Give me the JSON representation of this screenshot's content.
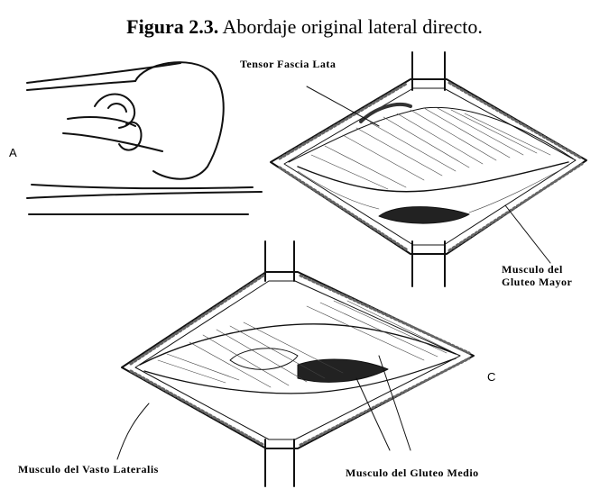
{
  "caption": {
    "number": "Figura 2.3.",
    "text": " Abordaje original lateral directo."
  },
  "panels": {
    "a": "A",
    "c": "C"
  },
  "labels": {
    "tensor": "Tensor Fascia Lata",
    "gluteo_mayor_1": "Musculo del",
    "gluteo_mayor_2": "Gluteo Mayor",
    "vasto": "Musculo del Vasto Lateralis",
    "gluteo_medio": "Musculo del Gluteo Medio"
  }
}
